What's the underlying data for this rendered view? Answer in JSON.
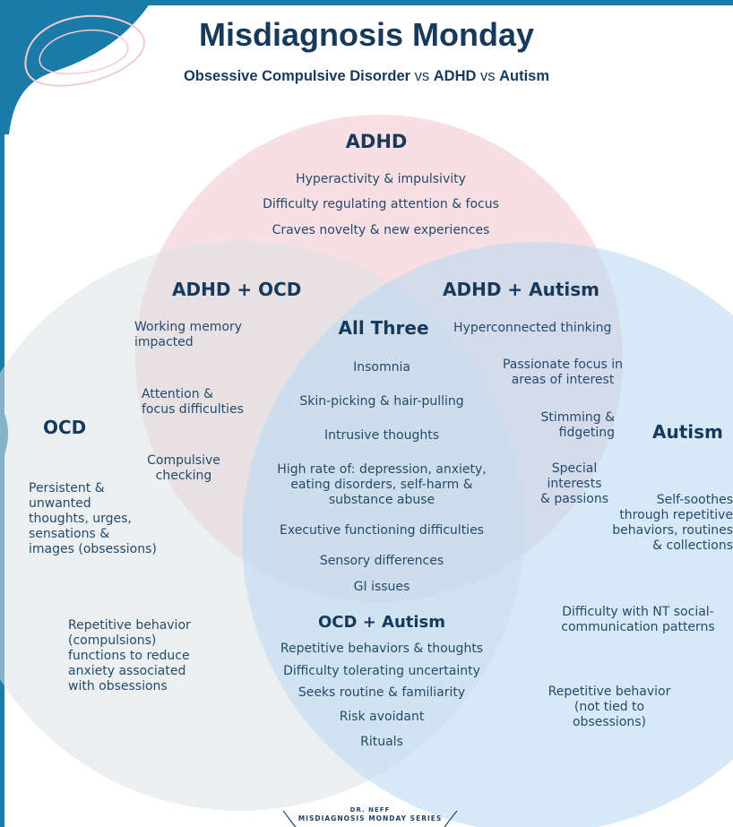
{
  "header": {
    "title": "Misdiagnosis Monday",
    "subtitle_ocd": "Obsessive Compulsive Disorder",
    "subtitle_vs1": "vs",
    "subtitle_adhd": "ADHD",
    "subtitle_vs2": "vs",
    "subtitle_autism": "Autism"
  },
  "colors": {
    "adhd_circle": "#f6d9df",
    "ocd_circle": "#dde2e3",
    "autism_circle": "#c7e1f3",
    "text": "#1e4468",
    "accent": "#1a7aa8"
  },
  "adhd": {
    "label": "ADHD",
    "items": [
      "Hyperactivity & impulsivity",
      "Difficulty regulating attention & focus",
      "Craves novelty & new experiences"
    ]
  },
  "adhd_ocd": {
    "label": "ADHD + OCD",
    "items": [
      "Working memory\nimpacted",
      "Attention &\nfocus difficulties",
      "Compulsive\nchecking"
    ]
  },
  "adhd_autism": {
    "label": "ADHD + Autism",
    "items": [
      "Hyperconnected thinking",
      "Passionate focus in\nareas  of interest",
      "Stimming &\nfidgeting",
      "Special\ninterests\n& passions"
    ]
  },
  "all_three": {
    "label": "All Three",
    "items": [
      "Insomnia",
      "Skin-picking & hair-pulling",
      "Intrusive thoughts",
      "High rate of: depression, anxiety,\neating disorders, self-harm &\nsubstance abuse",
      "Executive functioning difficulties",
      "Sensory differences",
      "GI issues"
    ]
  },
  "ocd": {
    "label": "OCD",
    "items": [
      "Persistent &\nunwanted\nthoughts, urges,\nsensations &\nimages (obsessions)",
      "Repetitive behavior\n(compulsions)\nfunctions to reduce\nanxiety associated\nwith obsessions"
    ]
  },
  "autism": {
    "label": "Autism",
    "items": [
      "Self-soothes\nthrough repetitive\nbehaviors, routines\n& collections",
      "Difficulty with NT social-\ncommunication patterns",
      "Repetitive behavior\n(not tied to\nobsessions)"
    ]
  },
  "ocd_autism": {
    "label": "OCD + Autism",
    "items": [
      "Repetitive behaviors & thoughts",
      "Difficulty tolerating uncertainty",
      "Seeks routine & familiarity",
      "Risk avoidant",
      "Rituals"
    ]
  },
  "footer": {
    "line1": "DR. NEFF",
    "line2": "MISDIAGNOSIS MONDAY SERIES"
  }
}
